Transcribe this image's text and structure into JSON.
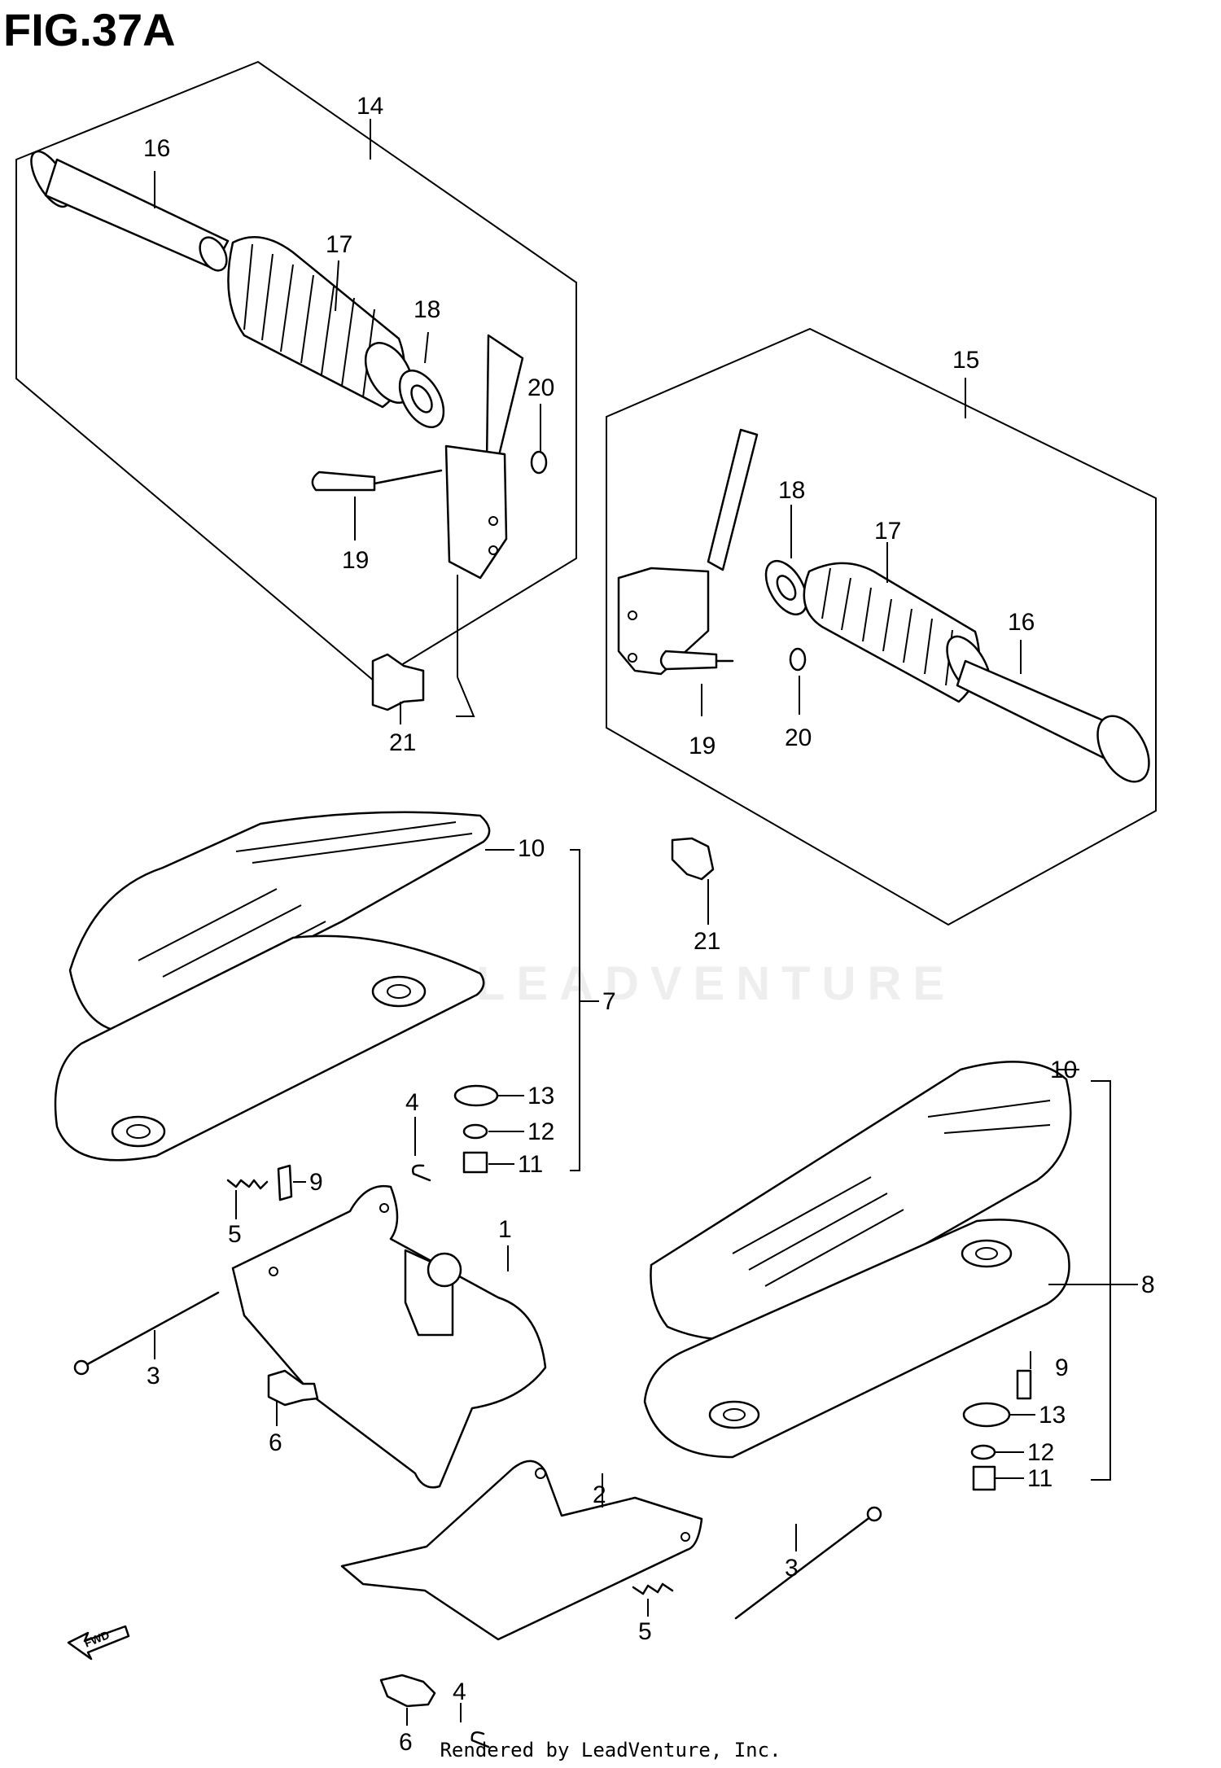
{
  "figure": {
    "title": "FIG.37A",
    "footer": "Rendered by LeadVenture, Inc.",
    "watermark": "LEADVENTURE",
    "fwd_label": "FWD"
  },
  "callouts": [
    {
      "id": "c14",
      "text": "14"
    },
    {
      "id": "c16a",
      "text": "16"
    },
    {
      "id": "c17a",
      "text": "17"
    },
    {
      "id": "c18a",
      "text": "18"
    },
    {
      "id": "c20a",
      "text": "20"
    },
    {
      "id": "c19a",
      "text": "19"
    },
    {
      "id": "c21a",
      "text": "21"
    },
    {
      "id": "c15",
      "text": "15"
    },
    {
      "id": "c18b",
      "text": "18"
    },
    {
      "id": "c17b",
      "text": "17"
    },
    {
      "id": "c16b",
      "text": "16"
    },
    {
      "id": "c19b",
      "text": "19"
    },
    {
      "id": "c20b",
      "text": "20"
    },
    {
      "id": "c21b",
      "text": "21"
    },
    {
      "id": "c10a",
      "text": "10"
    },
    {
      "id": "c7",
      "text": "7"
    },
    {
      "id": "c4a",
      "text": "4"
    },
    {
      "id": "c13a",
      "text": "13"
    },
    {
      "id": "c12a",
      "text": "12"
    },
    {
      "id": "c11a",
      "text": "11"
    },
    {
      "id": "c9a",
      "text": "9"
    },
    {
      "id": "c5a",
      "text": "5"
    },
    {
      "id": "c1",
      "text": "1"
    },
    {
      "id": "c3a",
      "text": "3"
    },
    {
      "id": "c6a",
      "text": "6"
    },
    {
      "id": "c2",
      "text": "2"
    },
    {
      "id": "c10b",
      "text": "10"
    },
    {
      "id": "c8",
      "text": "8"
    },
    {
      "id": "c9b",
      "text": "9"
    },
    {
      "id": "c13b",
      "text": "13"
    },
    {
      "id": "c12b",
      "text": "12"
    },
    {
      "id": "c11b",
      "text": "11"
    },
    {
      "id": "c3b",
      "text": "3"
    },
    {
      "id": "c5b",
      "text": "5"
    },
    {
      "id": "c4b",
      "text": "4"
    },
    {
      "id": "c6b",
      "text": "6"
    }
  ]
}
